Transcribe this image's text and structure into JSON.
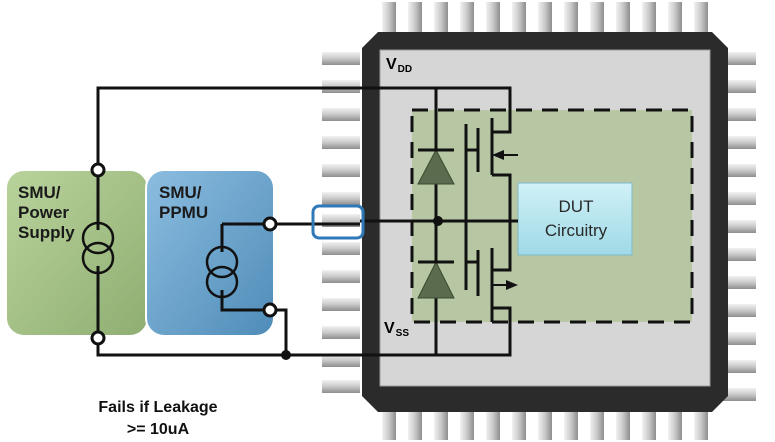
{
  "smu_power": {
    "line1": "SMU/",
    "line2": "Power",
    "line3": "Supply"
  },
  "smu_ppmu": {
    "line1": "SMU/",
    "line2": "PPMU"
  },
  "dut": {
    "line1": "DUT",
    "line2": "Circuitry"
  },
  "rails": {
    "vdd_main": "V",
    "vdd_sub": "DD",
    "vss_main": "V",
    "vss_sub": "SS"
  },
  "caption": {
    "line1": "Fails if Leakage",
    "line2": ">= 10uA"
  },
  "colors": {
    "smu_power_fill": "#a8c48a",
    "smu_ppmu_fill": "#6fa3c9",
    "dut_fill": "#b7e6ef",
    "chip_body": "#2b2b2b",
    "die": "#d6d6d6",
    "highlight": "#2f79b8",
    "diode": "#5a6b4e",
    "dashed_area": "#b7c7a3"
  }
}
